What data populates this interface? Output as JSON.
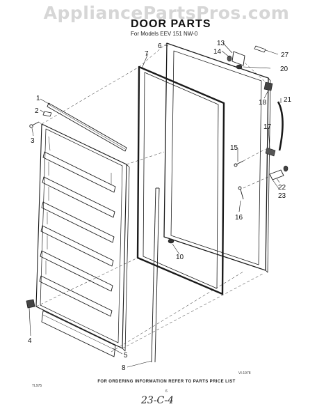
{
  "header": {
    "watermark": "AppliancePartsPros.com",
    "title": "DOOR PARTS",
    "subtitle": "For Models EEV 151 NW-0"
  },
  "callouts": {
    "c1": "1",
    "c2": "2",
    "c3": "3",
    "c4": "4",
    "c5": "5",
    "c6": "6",
    "c7": "7",
    "c8": "8",
    "c10": "10",
    "c13": "13",
    "c14": "14",
    "c15": "15",
    "c16": "16",
    "c17": "17",
    "c18": "18",
    "c20": "20",
    "c21": "21",
    "c22": "22",
    "c23": "23",
    "c27": "27"
  },
  "footer": {
    "ref_code": "VI-1978",
    "code": "TL975",
    "order_info": "FOR ORDERING INFORMATION REFER TO PARTS PRICE LIST",
    "page_mark": "6",
    "handwritten": "23-C-4"
  },
  "style": {
    "line_color": "#1a1a1a",
    "watermark_color": "#d6d6d6"
  }
}
